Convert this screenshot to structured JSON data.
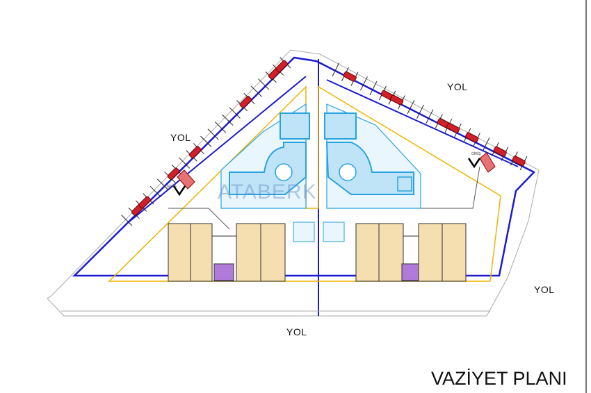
{
  "title": "VAZİYET PLANI",
  "road_labels": [
    "YOL",
    "YOL",
    "YOL",
    "YOL"
  ],
  "entrance_labels": [
    "GİRİŞ",
    "GİRİŞ"
  ],
  "watermark": "ATABERK",
  "colors": {
    "boundary": "#1a1ad0",
    "setback": "#f0b400",
    "pool": "#29a3e0",
    "building": "#f5deb0",
    "car": "#d0202a",
    "stair": "#9b59d0"
  }
}
